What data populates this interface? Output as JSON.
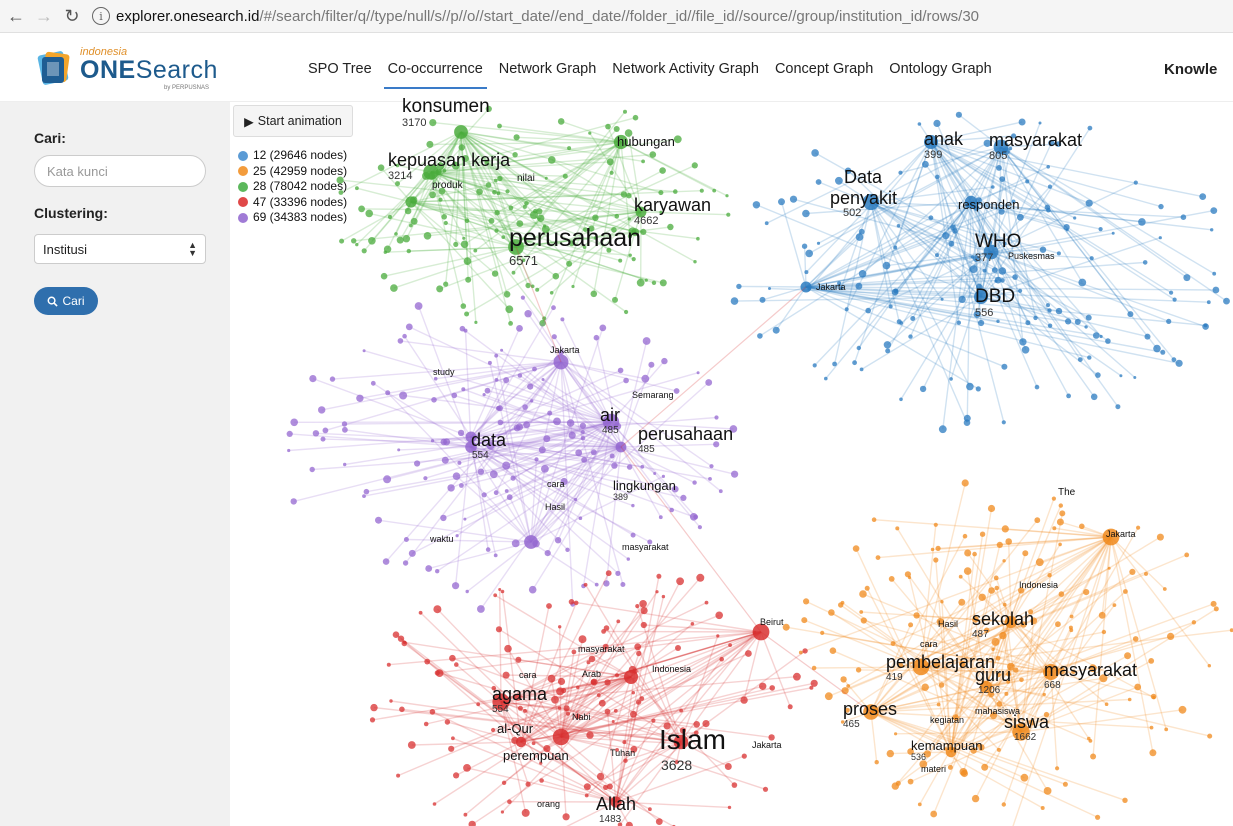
{
  "browser": {
    "back_icon": "back-arrow-icon",
    "forward_icon": "forward-arrow-icon",
    "reload_icon": "reload-icon",
    "url_host": "explorer.onesearch.id",
    "url_path": "/#/search/filter/q//type/null/s//p//o//start_date//end_date//folder_id//file_id//source//group/institution_id/rows/30"
  },
  "header": {
    "logo_small": "indonesia",
    "logo_one": "ONE",
    "logo_search": "Search",
    "logo_by": "by PERPUSNAS",
    "tabs": [
      {
        "label": "SPO Tree"
      },
      {
        "label": "Co-occurrence"
      },
      {
        "label": "Network Graph"
      },
      {
        "label": "Network Activity Graph"
      },
      {
        "label": "Concept Graph"
      },
      {
        "label": "Ontology Graph"
      }
    ],
    "tab_right": "Knowle"
  },
  "sidebar": {
    "search_label": "Cari:",
    "search_placeholder": "Kata kunci",
    "clustering_label": "Clustering:",
    "clustering_value": "Institusi",
    "search_button": "Cari"
  },
  "graph": {
    "animation_button": "Start animation",
    "legend": [
      {
        "label": "12 (29646 nodes)",
        "color": "#5b9bd5"
      },
      {
        "label": "25 (42959 nodes)",
        "color": "#f39c3c"
      },
      {
        "label": "28 (78042 nodes)",
        "color": "#5cb85c"
      },
      {
        "label": "47 (33396 nodes)",
        "color": "#e04848"
      },
      {
        "label": "69 (34383 nodes)",
        "color": "#a07bd6"
      }
    ],
    "clusters": {
      "green": "#4aab3c",
      "blue": "#2b7bc0",
      "purple": "#9467d0",
      "red": "#d83030",
      "orange": "#f08a1c"
    },
    "labels": {
      "green": [
        {
          "text": "konsumen",
          "num": "3170"
        },
        {
          "text": "hubungan",
          "num": ""
        },
        {
          "text": "kepuasan kerja",
          "num": "3214"
        },
        {
          "text": "karyawan",
          "num": "4662"
        },
        {
          "text": "perusahaan",
          "num": "6571"
        },
        {
          "text": "produk",
          "num": ""
        },
        {
          "text": "nilai",
          "num": ""
        }
      ],
      "blue": [
        {
          "text": "anak",
          "num": "399"
        },
        {
          "text": "masyarakat",
          "num": "805"
        },
        {
          "text": "Data",
          "num": ""
        },
        {
          "text": "penyakit",
          "num": "502"
        },
        {
          "text": "responden",
          "num": ""
        },
        {
          "text": "WHO",
          "num": "377"
        },
        {
          "text": "DBD",
          "num": "556"
        },
        {
          "text": "Jakarta",
          "num": ""
        },
        {
          "text": "Puskesmas",
          "num": ""
        }
      ],
      "purple": [
        {
          "text": "study",
          "num": ""
        },
        {
          "text": "Jakarta",
          "num": ""
        },
        {
          "text": "Semarang",
          "num": ""
        },
        {
          "text": "air",
          "num": "485"
        },
        {
          "text": "perusahaan",
          "num": "485"
        },
        {
          "text": "data",
          "num": "554"
        },
        {
          "text": "lingkungan",
          "num": "389"
        },
        {
          "text": "cara",
          "num": ""
        },
        {
          "text": "Hasil",
          "num": ""
        },
        {
          "text": "waktu",
          "num": ""
        },
        {
          "text": "masyarakat",
          "num": ""
        }
      ],
      "orange": [
        {
          "text": "The",
          "num": ""
        },
        {
          "text": "Jakarta",
          "num": ""
        },
        {
          "text": "Indonesia",
          "num": ""
        },
        {
          "text": "sekolah",
          "num": "487"
        },
        {
          "text": "Hasil",
          "num": ""
        },
        {
          "text": "pembelajaran",
          "num": "419"
        },
        {
          "text": "guru",
          "num": "1206"
        },
        {
          "text": "masyarakat",
          "num": "668"
        },
        {
          "text": "proses",
          "num": "465"
        },
        {
          "text": "siswa",
          "num": "1662"
        },
        {
          "text": "kemampuan",
          "num": "536"
        },
        {
          "text": "kegiatan",
          "num": ""
        },
        {
          "text": "mahasiswa",
          "num": ""
        },
        {
          "text": "materi",
          "num": ""
        },
        {
          "text": "cara",
          "num": ""
        }
      ],
      "red": [
        {
          "text": "Beirut",
          "num": ""
        },
        {
          "text": "masyarakat",
          "num": ""
        },
        {
          "text": "Indonesia",
          "num": ""
        },
        {
          "text": "agama",
          "num": "554"
        },
        {
          "text": "cara",
          "num": ""
        },
        {
          "text": "Arab",
          "num": ""
        },
        {
          "text": "al-Qur",
          "num": ""
        },
        {
          "text": "Nabi",
          "num": ""
        },
        {
          "text": "perempuan",
          "num": ""
        },
        {
          "text": "Tuhan",
          "num": ""
        },
        {
          "text": "Islam",
          "num": "3628"
        },
        {
          "text": "Jakarta",
          "num": ""
        },
        {
          "text": "Allah",
          "num": "1483"
        },
        {
          "text": "orang",
          "num": ""
        }
      ]
    }
  }
}
